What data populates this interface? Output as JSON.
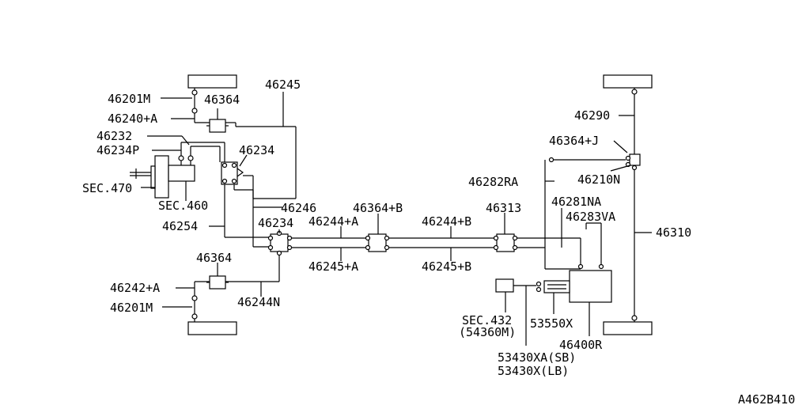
{
  "labels": {
    "p46201M_top": "46201M",
    "p46364_top": "46364",
    "p46240A": "46240+A",
    "p46232": "46232",
    "p46234P": "46234P",
    "p46234_top": "46234",
    "p46245": "46245",
    "sec470": "SEC.470",
    "sec460": "SEC.460",
    "p46246": "46246",
    "p46254": "46254",
    "p46234_mid": "46234",
    "p46244A": "46244+A",
    "p46364B": "46364+B",
    "p46244B": "46244+B",
    "p46313": "46313",
    "p46245A": "46245+A",
    "p46245B": "46245+B",
    "p46364_bot": "46364",
    "p46242A": "46242+A",
    "p46201M_bot": "46201M",
    "p46244N": "46244N",
    "p46290": "46290",
    "p46364J": "46364+J",
    "p46210N": "46210N",
    "p46282RA": "46282RA",
    "p46281NA": "46281NA",
    "p46283VA": "46283VA",
    "p46310": "46310",
    "sec432": "SEC.432",
    "p54360M": "(54360M)",
    "p53550X": "53550X",
    "p46400R": "46400R",
    "p53430XA": "53430XA(SB)",
    "p53430X": "53430X(LB)",
    "diagram_code": "A462B410"
  }
}
